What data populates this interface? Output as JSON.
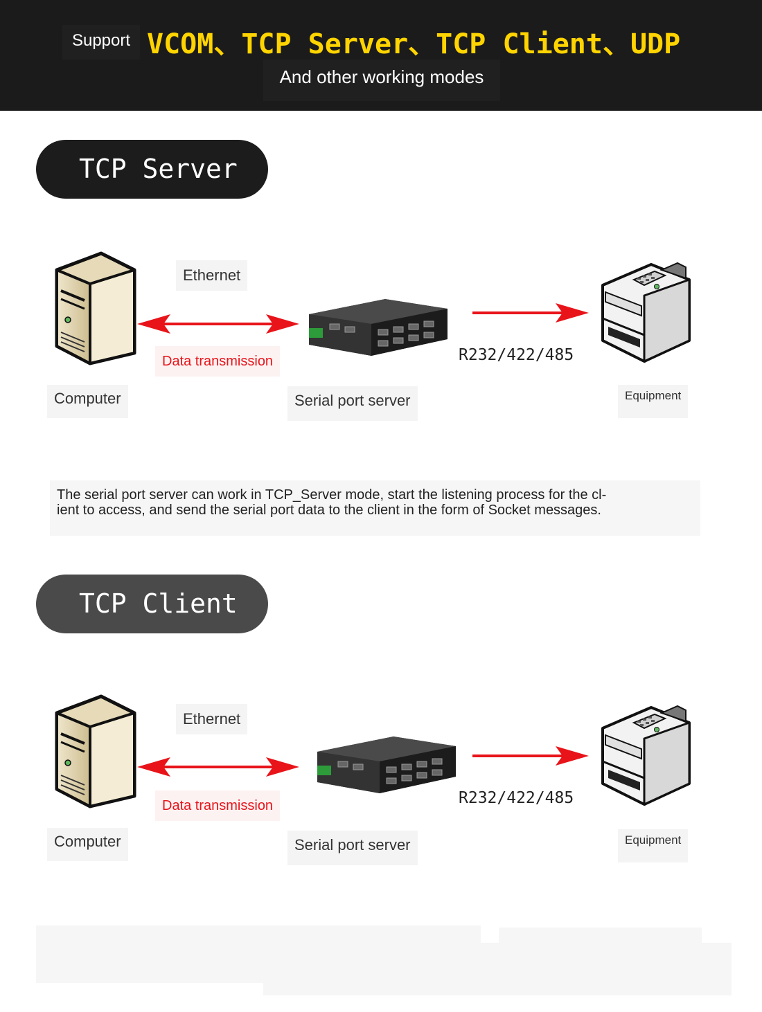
{
  "banner": {
    "support": "Support",
    "modes": "VCOM、TCP Server、TCP Client、UDP",
    "subtitle": "And other working modes"
  },
  "sections": [
    {
      "title": "TCP Server",
      "pill_color": "#1c1c1c",
      "ethernet": "Ethernet",
      "data_transmission": "Data transmission",
      "protocol": "R232/422/485",
      "computer": "Computer",
      "server": "Serial port server",
      "equipment": "Equipment",
      "description": "The serial port server can work in TCP_Server mode, start the listening process for the cl-\nient to access, and send the serial port data to the client in the form of Socket messages."
    },
    {
      "title": "TCP Client",
      "pill_color": "#4a4a4a",
      "ethernet": "Ethernet",
      "data_transmission": "Data transmission",
      "protocol": "R232/422/485",
      "computer": "Computer",
      "server": "Serial port server",
      "equipment": "Equipment"
    }
  ],
  "colors": {
    "accent": "#ffd400",
    "arrow": "#e8141a"
  }
}
